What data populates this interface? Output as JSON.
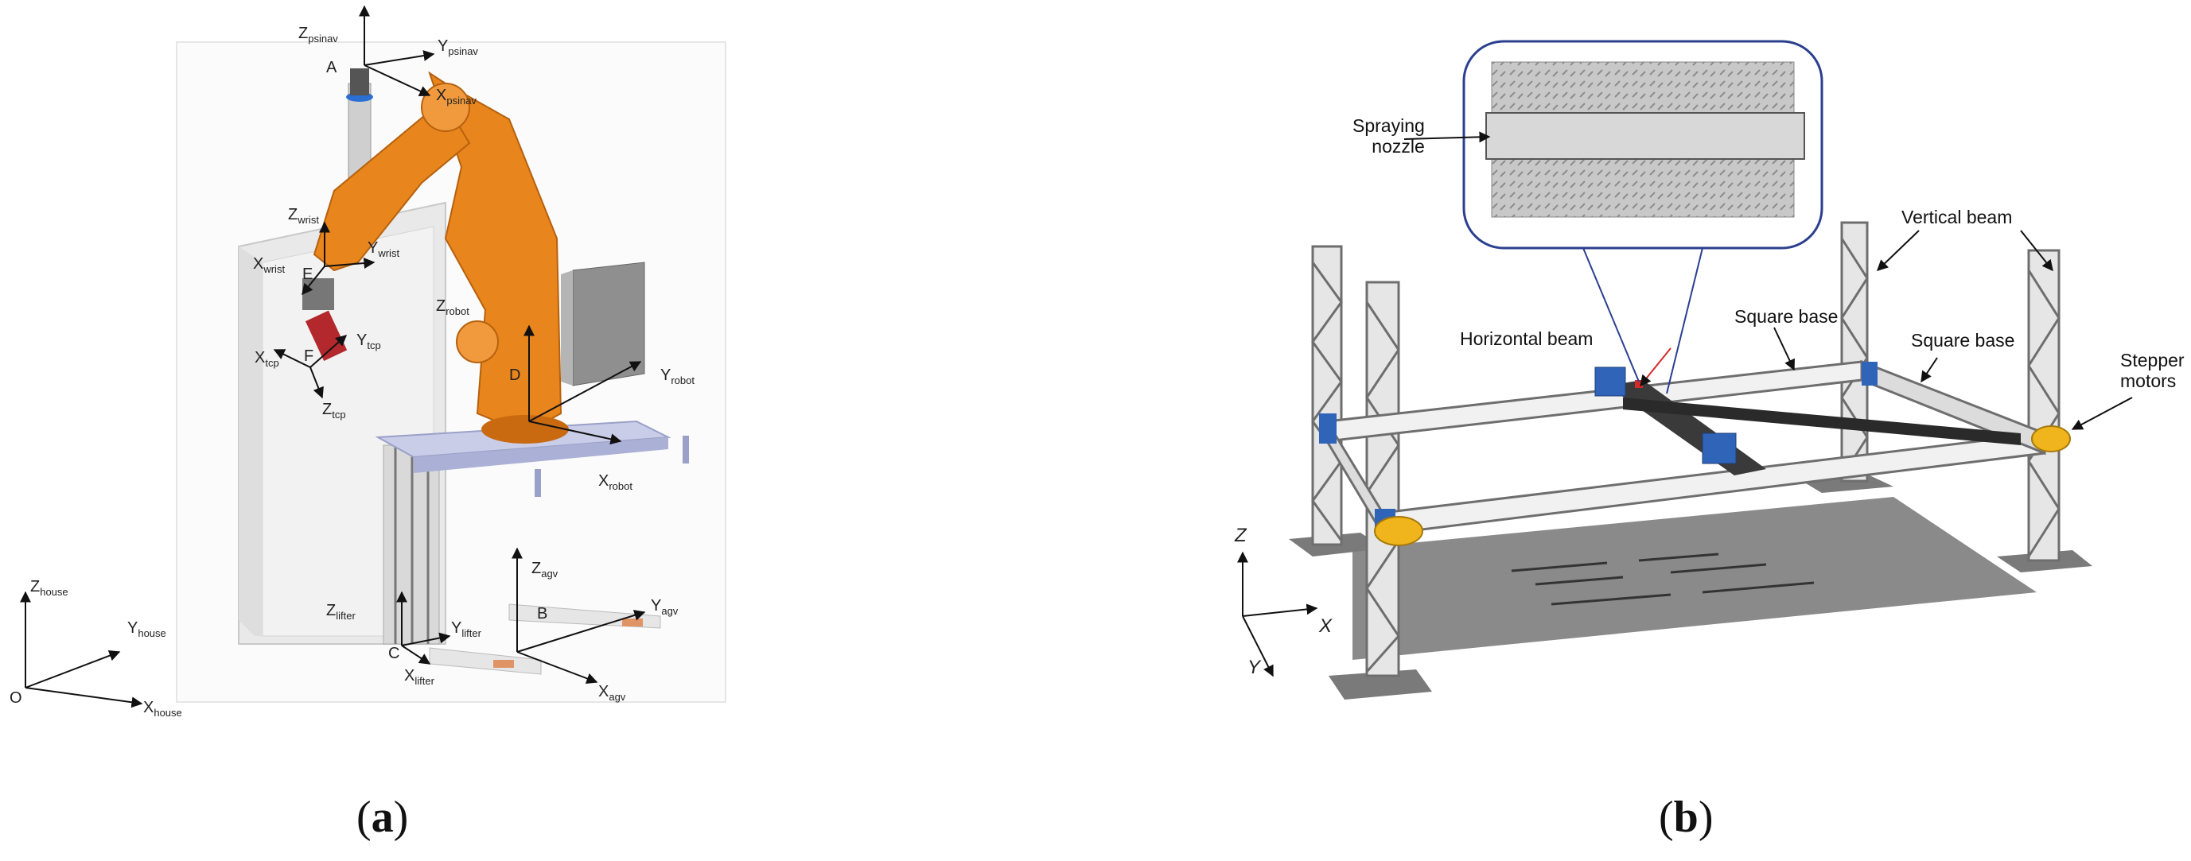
{
  "panel_a": {
    "caption_letter": "a",
    "points": {
      "A": "A",
      "B": "B",
      "C": "C",
      "D": "D",
      "E": "E",
      "F": "F",
      "O": "O"
    },
    "frames": {
      "psinav": {
        "z": [
          "Z",
          "psinav"
        ],
        "y": [
          "Y",
          "psinav"
        ],
        "x": [
          "X",
          "psinav"
        ]
      },
      "wrist": {
        "z": [
          "Z",
          "wrist"
        ],
        "y": [
          "Y",
          "wrist"
        ],
        "x": [
          "X",
          "wrist"
        ]
      },
      "tcp": {
        "z": [
          "Z",
          "tcp"
        ],
        "y": [
          "Y",
          "tcp"
        ],
        "x": [
          "X",
          "tcp"
        ]
      },
      "robot": {
        "z": [
          "Z",
          "robot"
        ],
        "y": [
          "Y",
          "robot"
        ],
        "x": [
          "X",
          "robot"
        ]
      },
      "house": {
        "z": [
          "Z",
          "house"
        ],
        "y": [
          "Y",
          "house"
        ],
        "x": [
          "X",
          "house"
        ]
      },
      "lifter": {
        "z": [
          "Z",
          "lifter"
        ],
        "y": [
          "Y",
          "lifter"
        ],
        "x": [
          "X",
          "lifter"
        ]
      },
      "agv": {
        "z": [
          "Z",
          "agv"
        ],
        "y": [
          "Y",
          "agv"
        ],
        "x": [
          "X",
          "agv"
        ]
      }
    },
    "colors": {
      "robot_arm": "#e8851c",
      "robot_arm_dark": "#c96a10",
      "structure": "#e9e9e9",
      "platform": "#c9cde8",
      "tool_red": "#b3282d"
    }
  },
  "panel_b": {
    "caption_letter": "b",
    "callouts": {
      "spraying_nozzle": [
        "Spraying",
        "nozzle"
      ],
      "vertical_beam": "Vertical beam",
      "horizontal_beam": "Horizontal beam",
      "square_base_1": "Square base",
      "square_base_2": "Square base",
      "stepper_motors": [
        "Stepper",
        "motors"
      ]
    },
    "axes": {
      "z": "Z",
      "x": "X",
      "y": "Y"
    },
    "colors": {
      "frame_gray": "#9a9a9a",
      "motor_blue": "#2f64b8",
      "motor_yellow": "#f0b51c",
      "inset_border": "#2b3f8f",
      "floor": "#8a8a8a"
    }
  }
}
